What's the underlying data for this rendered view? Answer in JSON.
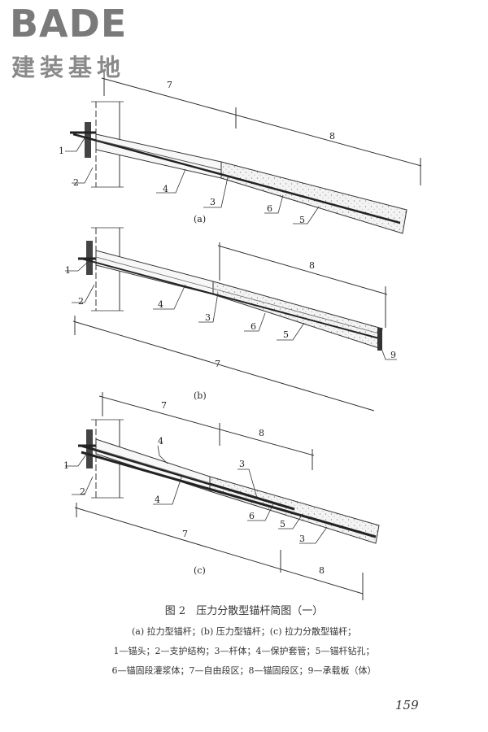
{
  "logo": {
    "brand": "BADE",
    "subtitle": "建装基地"
  },
  "figure": {
    "subfigures": [
      {
        "id": "a",
        "label": "(a)"
      },
      {
        "id": "b",
        "label": "(b)"
      },
      {
        "id": "c",
        "label": "(c)"
      }
    ],
    "callouts": {
      "n1": "1",
      "n2": "2",
      "n3": "3",
      "n4": "4",
      "n5": "5",
      "n6": "6",
      "n7": "7",
      "n8": "8",
      "n9": "9"
    }
  },
  "caption": {
    "title": "图 2　压力分散型锚杆简图（一）",
    "line1": "(a) 拉力型锚杆；(b) 压力型锚杆；(c) 拉力分散型锚杆；",
    "line2": "1—锚头；2—支护结构；3—杆体；4—保护套管；5—锚杆钻孔；",
    "line3": "6—锚固段灌浆体；7—自由段区；8—锚固段区；9—承载板（体）"
  },
  "page_number": "159"
}
